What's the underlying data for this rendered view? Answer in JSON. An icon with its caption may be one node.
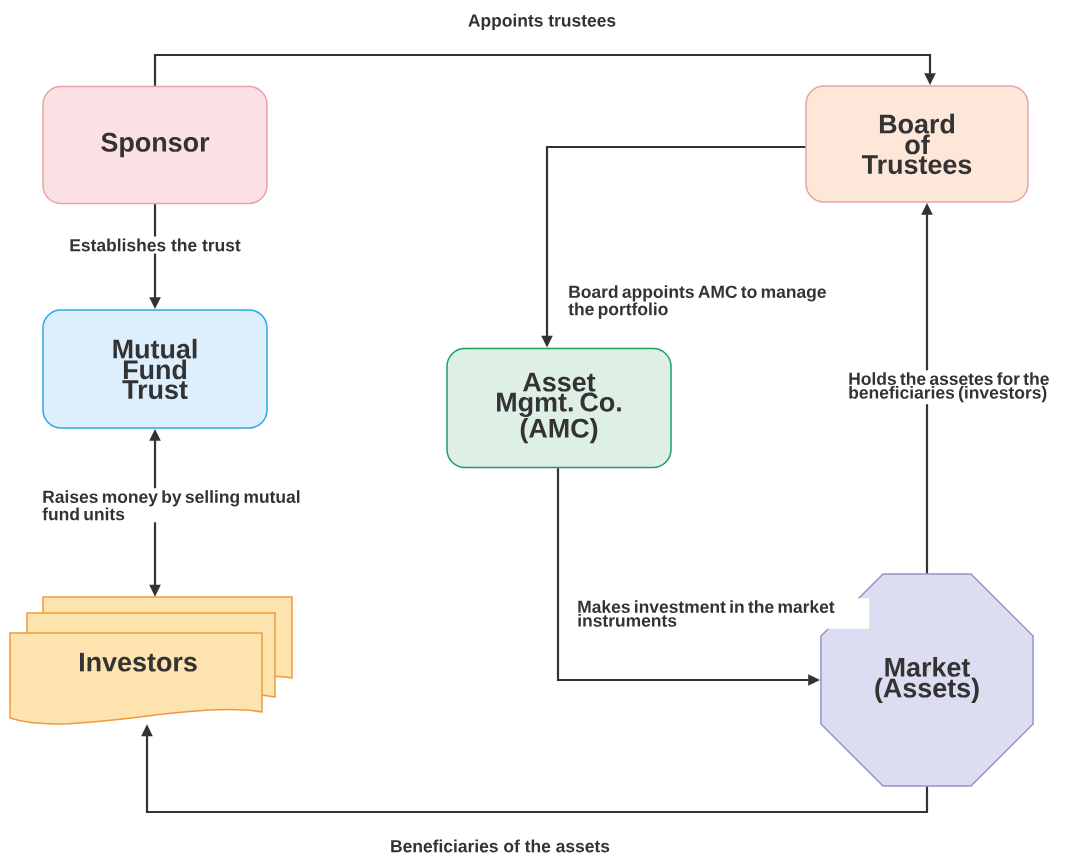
{
  "diagram": {
    "nodes": [
      {
        "text": [
          "Sponsor"
        ]
      },
      {
        "text": [
          "Board of Trustees"
        ]
      },
      {
        "text": [
          "Mutual Fund Trust"
        ]
      },
      {
        "text": [
          "Asset Mgmt. Co. (AMC)"
        ]
      },
      {
        "text": [
          "Investors"
        ]
      },
      {
        "text": [
          "Market (Assets)"
        ]
      }
    ],
    "edges": [
      {
        "from": 0,
        "to": 1,
        "arrow": "to",
        "label": "Appoints trustees"
      },
      {
        "from": 0,
        "to": 2,
        "arrow": "to",
        "label": "Establishes the trust"
      },
      {
        "from": 2,
        "to": 4,
        "arrow": "both",
        "label": "Raises money by selling mutual fund units"
      },
      {
        "from": 1,
        "to": 3,
        "arrow": "to",
        "label": "Board appoints AMC to manage the portfolio"
      },
      {
        "from": 3,
        "to": 5,
        "arrow": "to",
        "label": "Makes investment in the market instruments"
      },
      {
        "from": 5,
        "to": 1,
        "arrow": "to",
        "label": "Holds the assetes for the beneficiaries (investors)"
      },
      {
        "from": 5,
        "to": 4,
        "arrow": "to",
        "label": "Beneficiaries of the assets"
      }
    ]
  }
}
